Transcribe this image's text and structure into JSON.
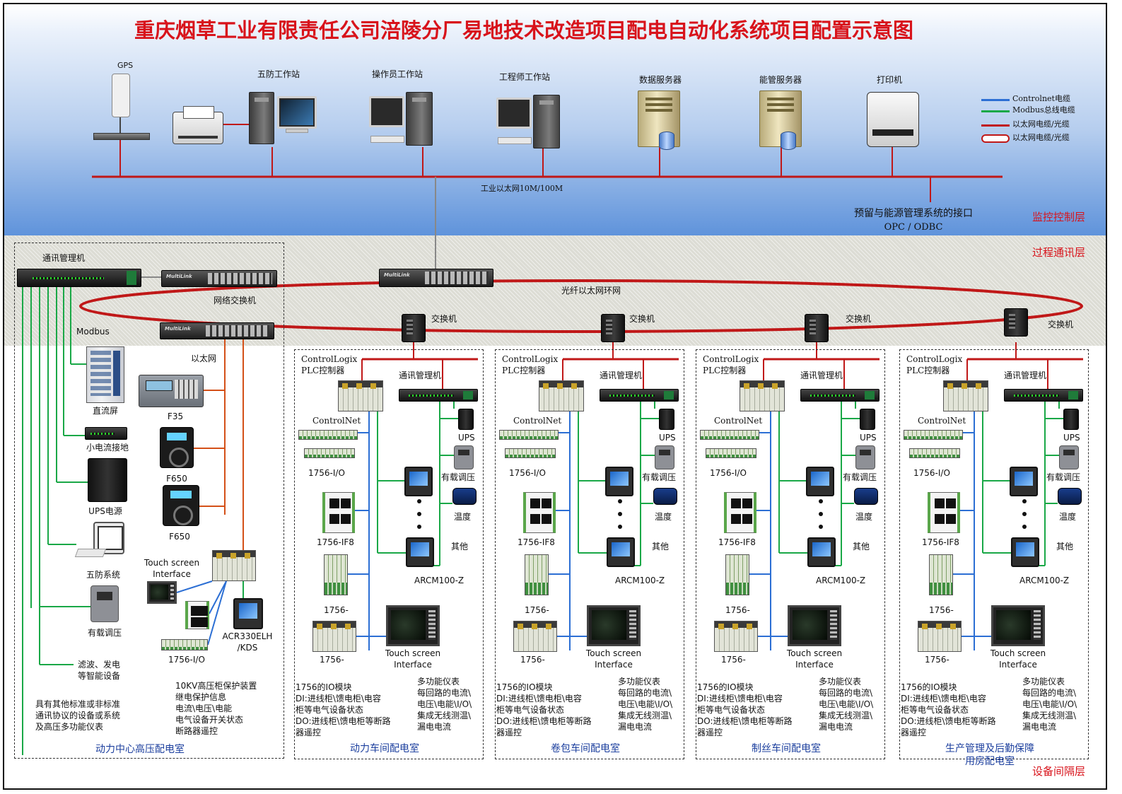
{
  "title": "重庆烟草工业有限责任公司涪陵分厂易地技术改造项目配电自动化系统项目配置示意图",
  "layers": {
    "monitor": "监控控制层",
    "process": "过程通讯层",
    "device": "设备间隔层"
  },
  "legend": [
    {
      "label": "Controlnet电缆",
      "color": "#2c6fd4"
    },
    {
      "label": "Modbus总线电缆",
      "color": "#1aa847"
    },
    {
      "label": "以太网电缆/光缆",
      "color": "#c01818"
    },
    {
      "label": "以太网电缆/光缆",
      "color": "#c01818"
    }
  ],
  "colors": {
    "controlnet": "#2c6fd4",
    "modbus": "#1aa847",
    "ethernet": "#c01818",
    "fiber_ring": "#c01818",
    "orange_ethernet": "#d45018",
    "title_red": "#d8131b"
  },
  "top": {
    "gps": "GPS",
    "wufang_ws": "五防工作站",
    "operator_ws": "操作员工作站",
    "engineer_ws": "工程师工作站",
    "data_server": "数据服务器",
    "energy_server": "能管服务器",
    "printer": "打印机",
    "ethernet_bus": "工业以太网10M/100M",
    "interface": "预留与能源管理系统的接口",
    "interface_sub": "OPC / ODBC"
  },
  "process": {
    "comm_manager": "通讯管理机",
    "net_switch": "网络交换机",
    "fiber_ring": "光纤以太网环网",
    "switch": "交换机"
  },
  "left_room": {
    "modbus": "Modbus",
    "ethernet": "以太网",
    "dc_panel": "直流屏",
    "small_current": "小电流接地",
    "ups_power": "UPS电源",
    "wufang_sys": "五防系统",
    "onload_tap": "有载调压",
    "filter": "滤波、发电\n等智能设备",
    "note": "具有其他标准或非标准\n通讯协议的设备或系统\n及高压多功能仪表",
    "f35": "F35",
    "f650a": "F650",
    "f650b": "F650",
    "touch": "Touch screen\nInterface",
    "io": "1756-I/O",
    "acr": "ACR330ELH\n/KDS",
    "protection_note": "10KV高压柜保护装置\n继电保护信息\n电流\\电压\\电能\n电气设备开关状态\n断路器遥控",
    "room_name": "动力中心高压配电室"
  },
  "substation_labels": {
    "plc": "ControlLogix\nPLC控制器",
    "comm_manager": "通讯管理机",
    "controlnet": "ControlNet",
    "io": "1756-I/O",
    "ups": "UPS",
    "onload_tap": "有载调压",
    "temperature": "温度",
    "other": "其他",
    "if8": "1756-IF8",
    "arcm": "ARCM100-Z",
    "touch": "Touch screen\nInterface",
    "io_module_note": "1756的IO模块\nDI:进线柜\\馈电柜\\电容\n柜等电气设备状态\nDO:进线柜\\馈电柜等断路\n器遥控",
    "meter_note": "多功能仪表\n每回路的电流\\\n电压\\电能\\I/O\\\n集成无线测温\\\n漏电电流"
  },
  "substations": [
    {
      "name": "动力车间配电室",
      "io_label": "1756-I/O",
      "dash_a": "1756-",
      "dash_b": "1756-"
    },
    {
      "name": "卷包车间配电室",
      "io_label": "1756-I/O",
      "dash_a": "1756-",
      "dash_b": "1756-"
    },
    {
      "name": "制丝车间配电室",
      "io_label": "1756-I/O",
      "dash_a": "1756-",
      "dash_b": "1756-"
    },
    {
      "name": "生产管理及后勤保障\n用房配电室",
      "io_label": "1756-I/O",
      "dash_a": "1756-",
      "dash_b": "1756-"
    }
  ]
}
